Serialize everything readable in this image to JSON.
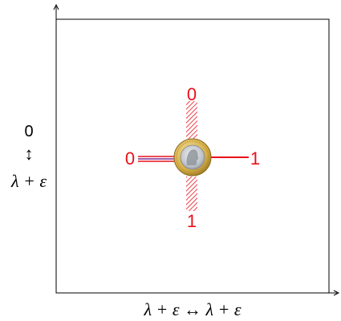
{
  "diagram": {
    "y_axis_label": {
      "top": "0",
      "arrow": "↕",
      "bottom": "λ + ε"
    },
    "x_axis_label": "λ + ε ↔ λ + ε",
    "node": {
      "icon": "coin-icon"
    },
    "edges": {
      "top": {
        "label": "0",
        "style": "hatched"
      },
      "bottom": {
        "label": "1",
        "style": "hatched"
      },
      "left": {
        "label": "0",
        "style": "double-line"
      },
      "right": {
        "label": "1",
        "style": "solid"
      }
    },
    "colors": {
      "edge": "#e8111b",
      "edge_left_inner": "#7b2a8f",
      "axis": "#000000",
      "coin_outer": "#d6b351",
      "coin_inner": "#c9cdd1"
    }
  }
}
